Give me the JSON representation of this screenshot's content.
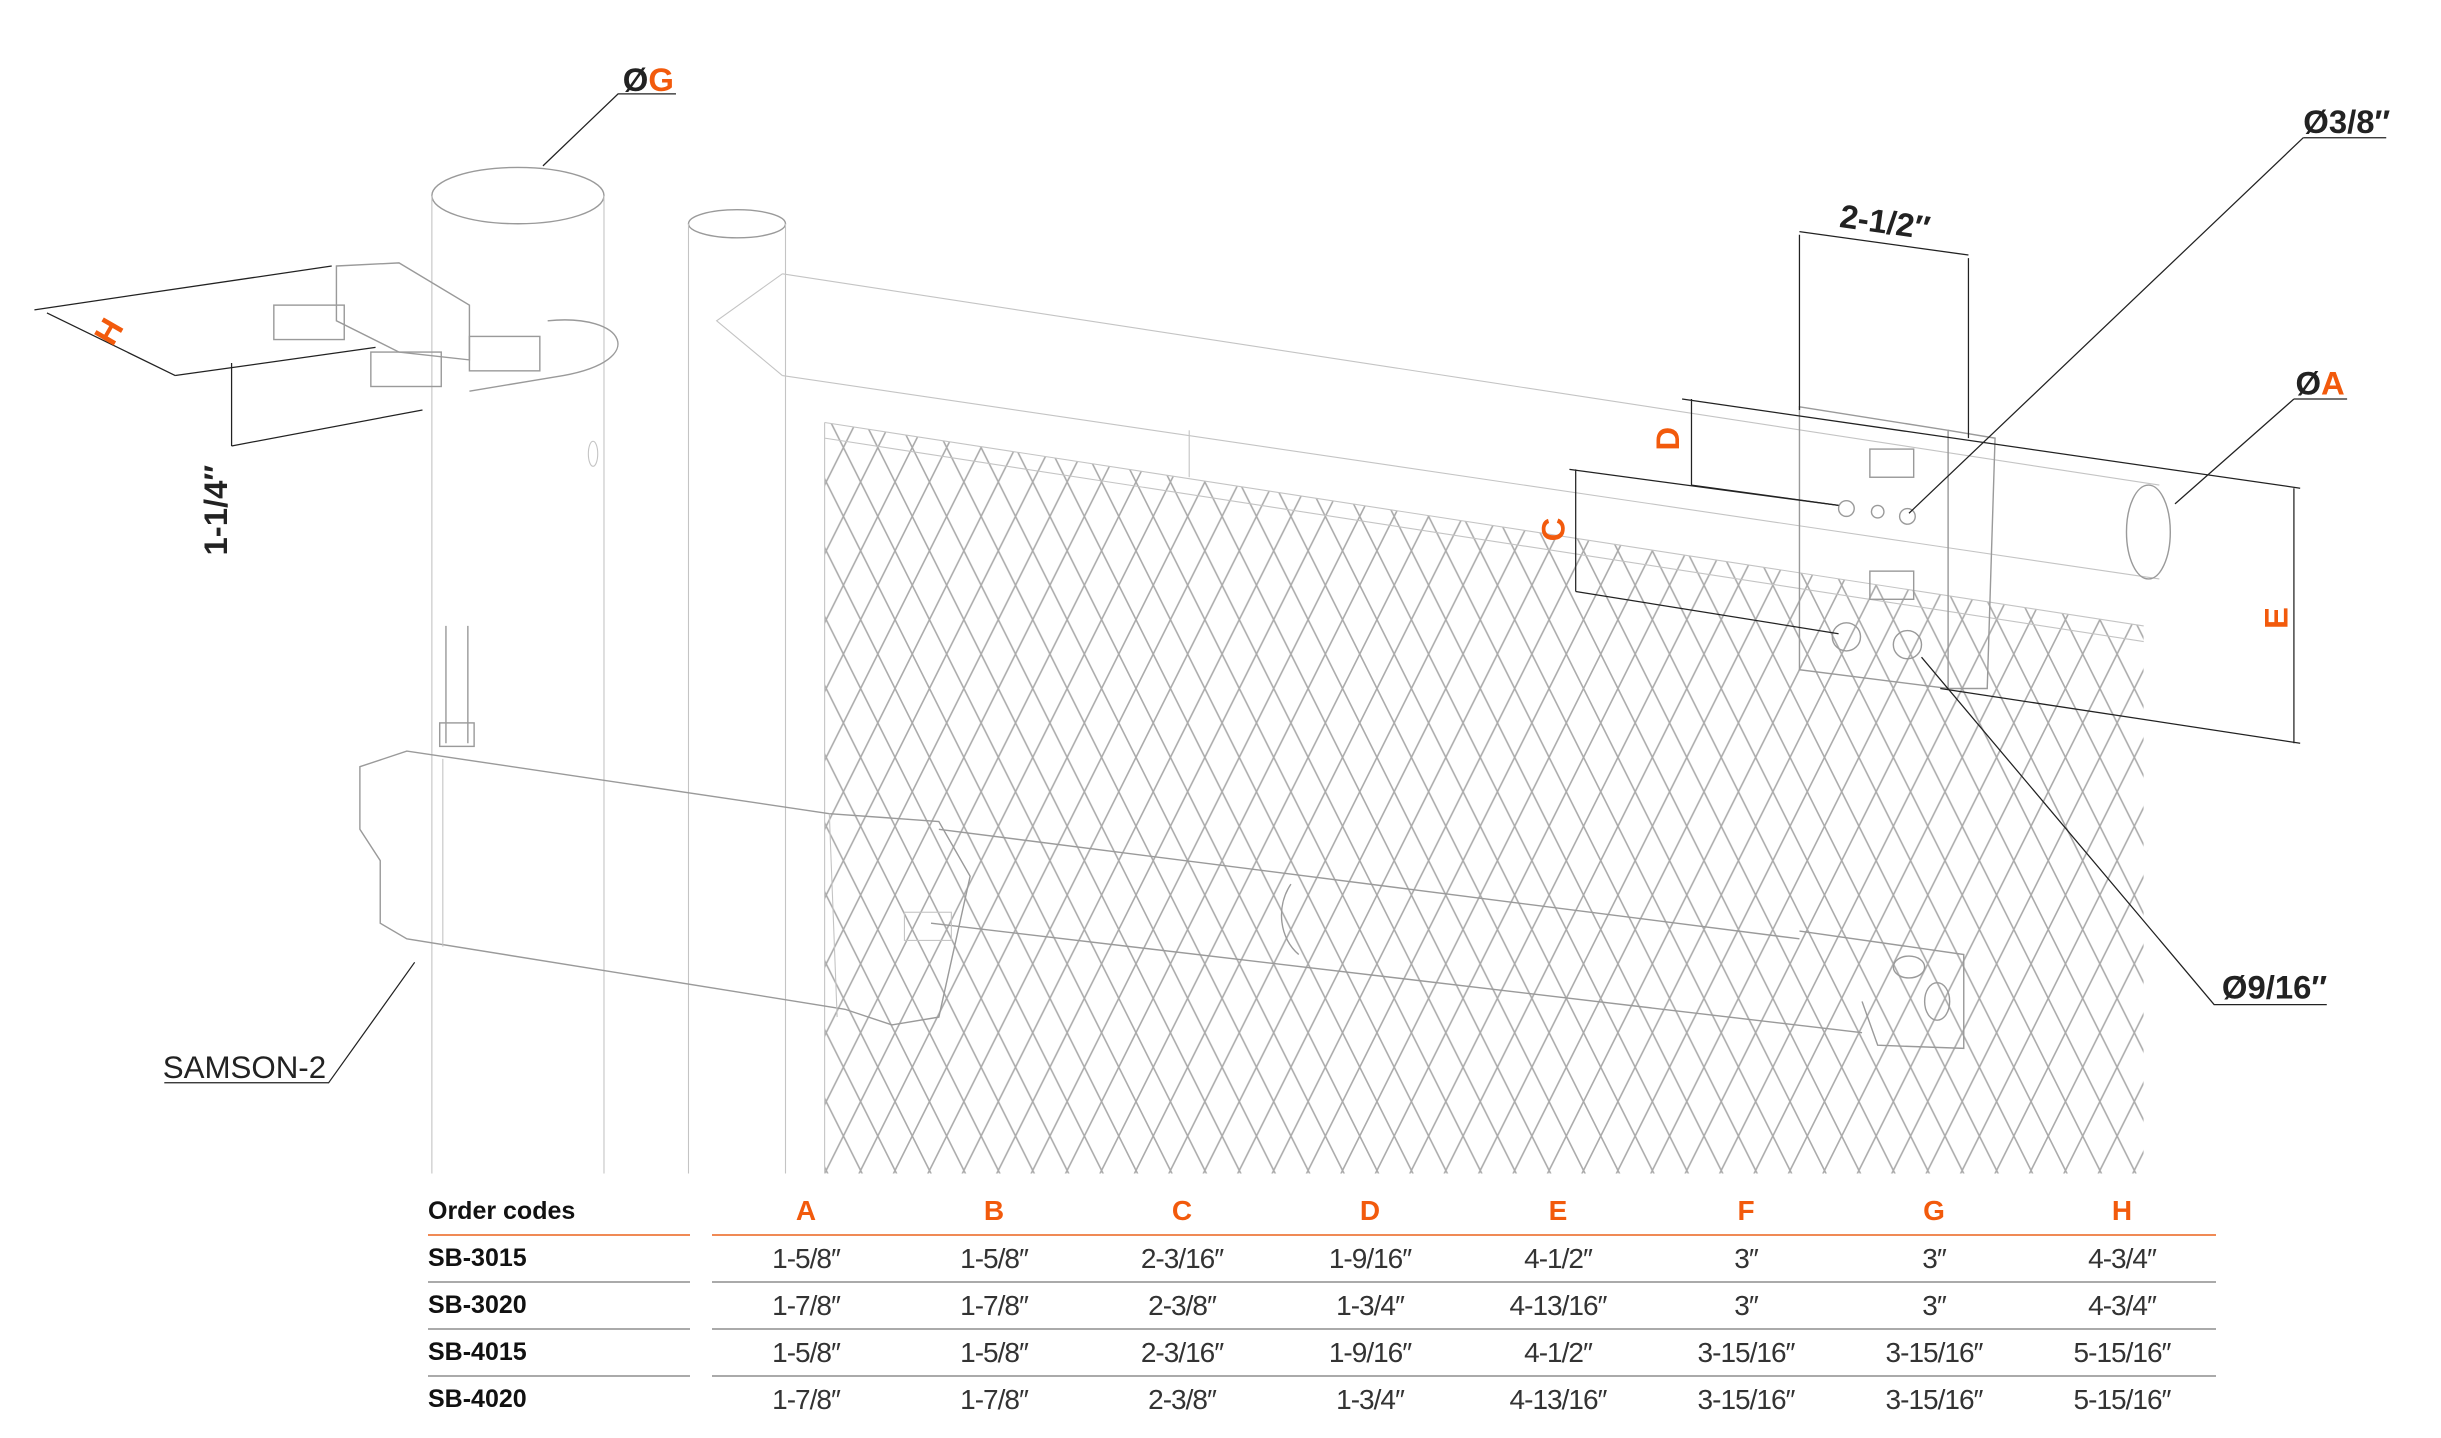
{
  "labels": {
    "dia_g": {
      "symbol": "Ø",
      "letter": "G"
    },
    "dia_a": {
      "symbol": "Ø",
      "letter": "A"
    },
    "dia_3_8": "Ø3/8″",
    "dia_9_16": "Ø9/16″",
    "width_2_1_2": "2-1/2″",
    "h": "H",
    "d": "D",
    "c": "C",
    "e": "E",
    "one_1_4": "1-1/4″",
    "model": "SAMSON-2"
  },
  "colors": {
    "accent": "#f25a0c",
    "line": "#9a9a9a"
  },
  "table": {
    "header": "Order codes",
    "columns": [
      "A",
      "B",
      "C",
      "D",
      "E",
      "F",
      "G",
      "H"
    ],
    "rows": [
      {
        "code": "SB-3015",
        "values": [
          "1-5/8″",
          "1-5/8″",
          "2-3/16″",
          "1-9/16″",
          "4-1/2″",
          "3″",
          "3″",
          "4-3/4″"
        ]
      },
      {
        "code": "SB-3020",
        "values": [
          "1-7/8″",
          "1-7/8″",
          "2-3/8″",
          "1-3/4″",
          "4-13/16″",
          "3″",
          "3″",
          "4-3/4″"
        ]
      },
      {
        "code": "SB-4015",
        "values": [
          "1-5/8″",
          "1-5/8″",
          "2-3/16″",
          "1-9/16″",
          "4-1/2″",
          "3-15/16″",
          "3-15/16″",
          "5-15/16″"
        ]
      },
      {
        "code": "SB-4020",
        "values": [
          "1-7/8″",
          "1-7/8″",
          "2-3/8″",
          "1-3/4″",
          "4-13/16″",
          "3-15/16″",
          "3-15/16″",
          "5-15/16″"
        ]
      }
    ]
  }
}
